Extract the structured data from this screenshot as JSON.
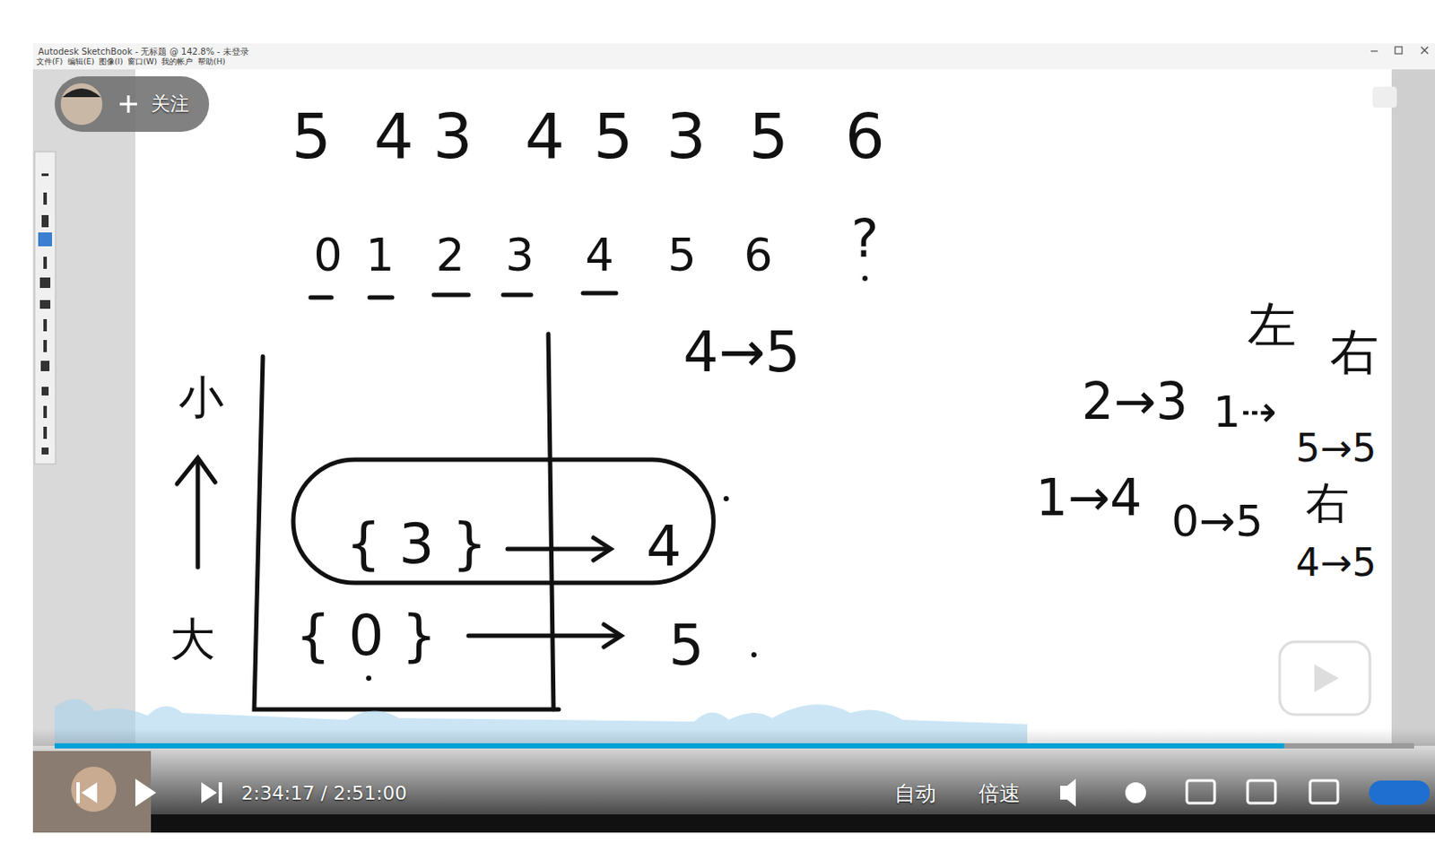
{
  "diagram": {
    "nodes": [
      {
        "text": [
          "{ 3 }",
          "4"
        ]
      }
    ],
    "labels": [
      "Autodesk SketchBook - 无标题 @ 142.8% - 未登录",
      "文件(F)",
      "编辑(E)",
      "图像(I)",
      "窗口(W)",
      "我的帐户",
      "帮助(H)",
      "关注",
      "5",
      "4",
      "3",
      "4",
      "5",
      "3",
      "5",
      "6",
      "0",
      "1",
      "2",
      "3",
      "4",
      "5",
      "6",
      "?",
      "4→5",
      "小",
      "大",
      "{ 0 }",
      "5",
      "左",
      "右",
      "2→3",
      "1⇢",
      "5→5",
      "1→4",
      "0→5",
      "右",
      "4→5",
      "2:34:17 / 2:51:00",
      "自动",
      "倍速"
    ]
  }
}
